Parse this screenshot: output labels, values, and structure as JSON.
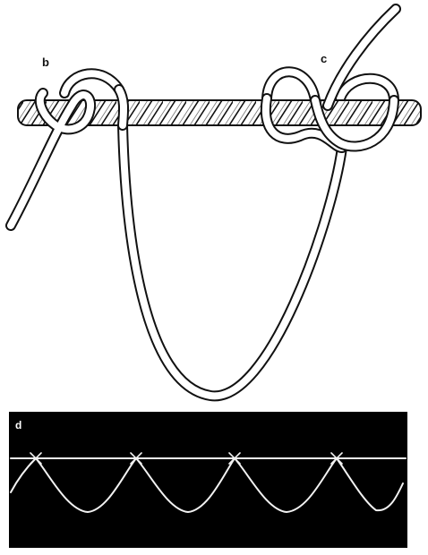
{
  "labels": {
    "b": "b",
    "c": "c",
    "d": "d"
  },
  "colors": {
    "ink": "#111111",
    "paper": "#ffffff",
    "panel": "#000000",
    "panel_line": "#f2f2f2"
  }
}
